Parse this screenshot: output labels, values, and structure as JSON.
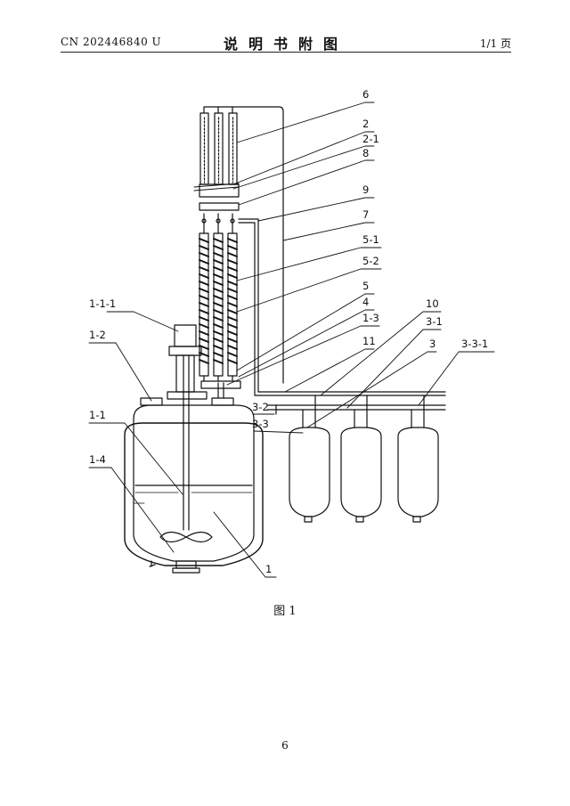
{
  "header": {
    "doc_number": "CN 202446840 U",
    "title": "说明书附图",
    "page_indicator": "1/1 页"
  },
  "figure": {
    "caption": "图 1",
    "labels": {
      "l6": "6",
      "l2": "2",
      "l2_1": "2-1",
      "l8": "8",
      "l9": "9",
      "l7": "7",
      "l5_1": "5-1",
      "l5_2": "5-2",
      "l5": "5",
      "l4": "4",
      "l1_3": "1-3",
      "l11": "11",
      "l10": "10",
      "l3_1": "3-1",
      "l3": "3",
      "l3_3_1": "3-3-1",
      "l3_2": "3-2",
      "l3_3": "3-3",
      "l1_1_1": "1-1-1",
      "l1_2": "1-2",
      "l1_1": "1-1",
      "l1_4": "1-4",
      "l1": "1"
    }
  },
  "footer": {
    "page_number": "6"
  }
}
